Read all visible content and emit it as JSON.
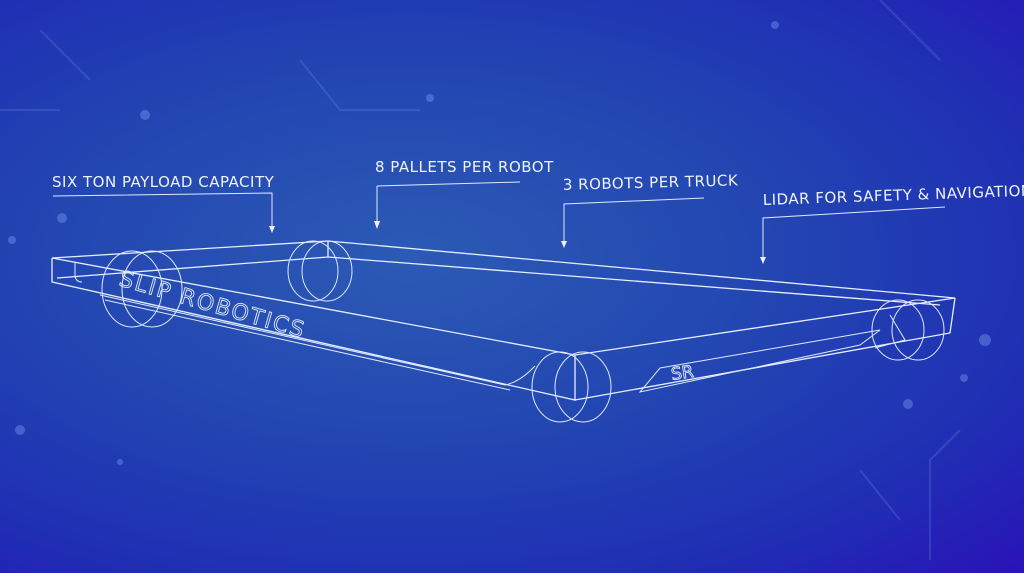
{
  "labels": {
    "payload": "SIX TON PAYLOAD CAPACITY",
    "pallets": "8 PALLETS PER ROBOT",
    "robots": "3 ROBOTS PER TRUCK",
    "lidar": "LIDAR FOR SAFETY & NAVIGATION"
  },
  "robot": {
    "brand_text": "SLIP ROBOTICS",
    "logo_text": "SR"
  },
  "colors": {
    "background": "#2347b2",
    "line": "#e6eeff"
  }
}
